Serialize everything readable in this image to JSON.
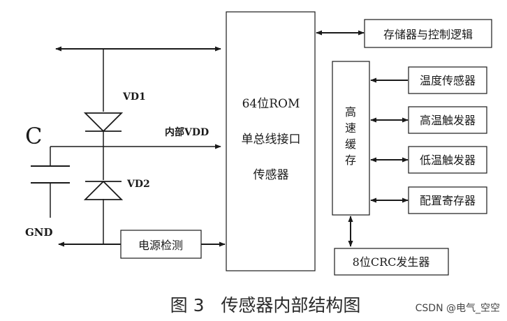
{
  "labels": {
    "capacitor": "C",
    "vd1": "VD1",
    "vd2": "VD2",
    "internal_vdd": "内部VDD",
    "gnd": "GND",
    "power_detect": "电源检测",
    "rom_line1": "64位ROM",
    "rom_line2": "单总线接口",
    "rom_line3": "传感器",
    "memory_control": "存储器与控制逻辑",
    "cache_chars": [
      "高",
      "速",
      "缓",
      "存"
    ],
    "temp_sensor": "温度传感器",
    "high_trigger": "高温触发器",
    "low_trigger": "低温触发器",
    "config_register": "配置寄存器",
    "crc_generator": "8位CRC发生器"
  },
  "caption": "图 3   传感器内部结构图",
  "watermark": "CSDN @电气_空空"
}
